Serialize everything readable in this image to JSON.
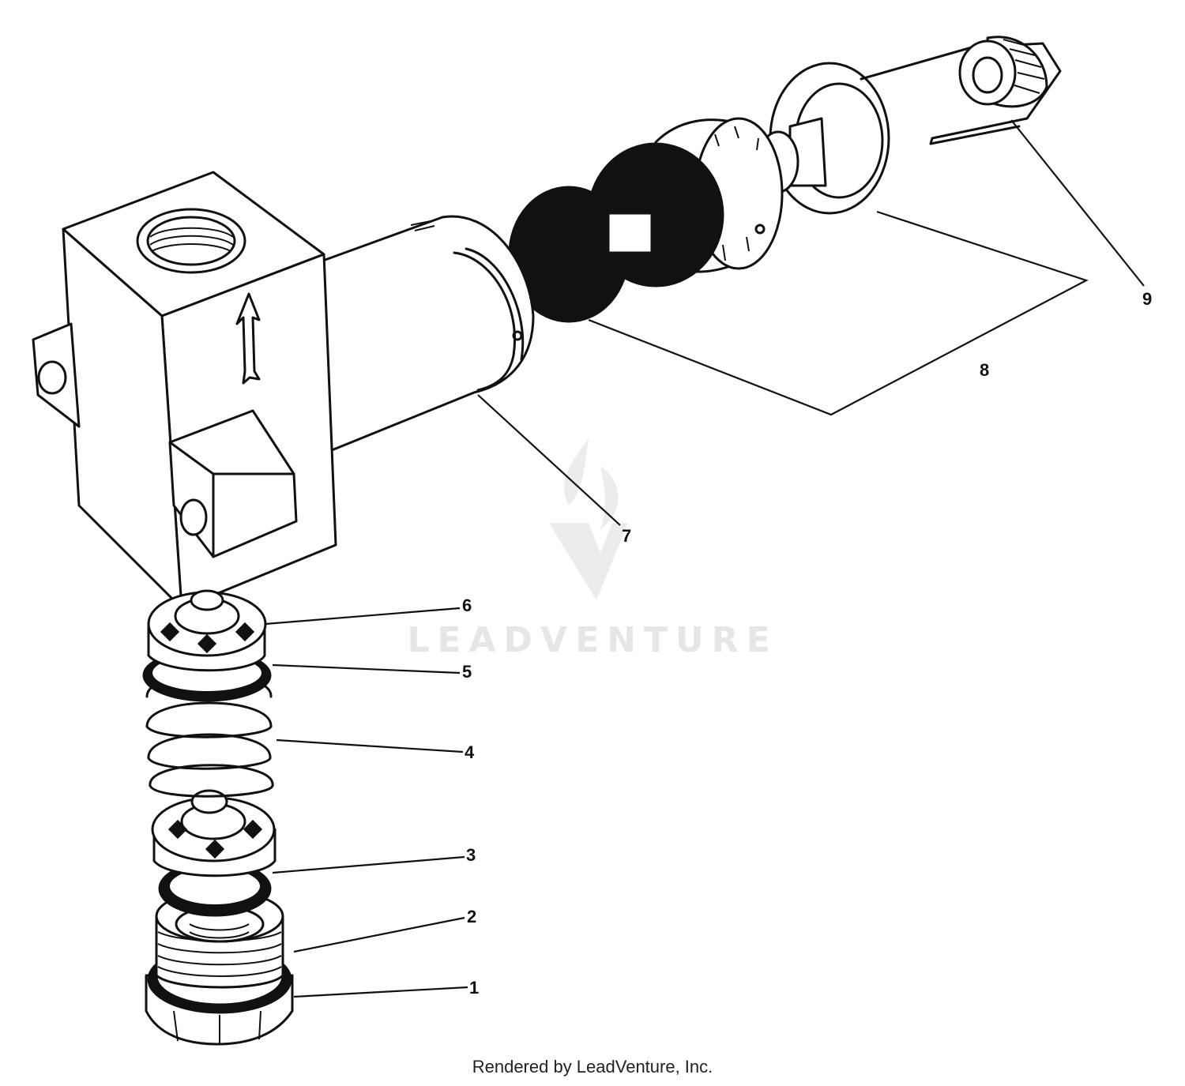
{
  "diagram": {
    "callouts": [
      {
        "id": "1",
        "label": "1"
      },
      {
        "id": "2",
        "label": "2"
      },
      {
        "id": "3",
        "label": "3"
      },
      {
        "id": "4",
        "label": "4"
      },
      {
        "id": "5",
        "label": "5"
      },
      {
        "id": "6",
        "label": "6"
      },
      {
        "id": "7",
        "label": "7"
      },
      {
        "id": "8",
        "label": "8"
      },
      {
        "id": "9",
        "label": "9"
      }
    ]
  },
  "watermark": {
    "text": "LEADVENTURE"
  },
  "footer": {
    "text": "Rendered by LeadVenture, Inc."
  },
  "colors": {
    "ink": "#111111",
    "watermark": "#e6e6e6",
    "background": "#ffffff"
  }
}
